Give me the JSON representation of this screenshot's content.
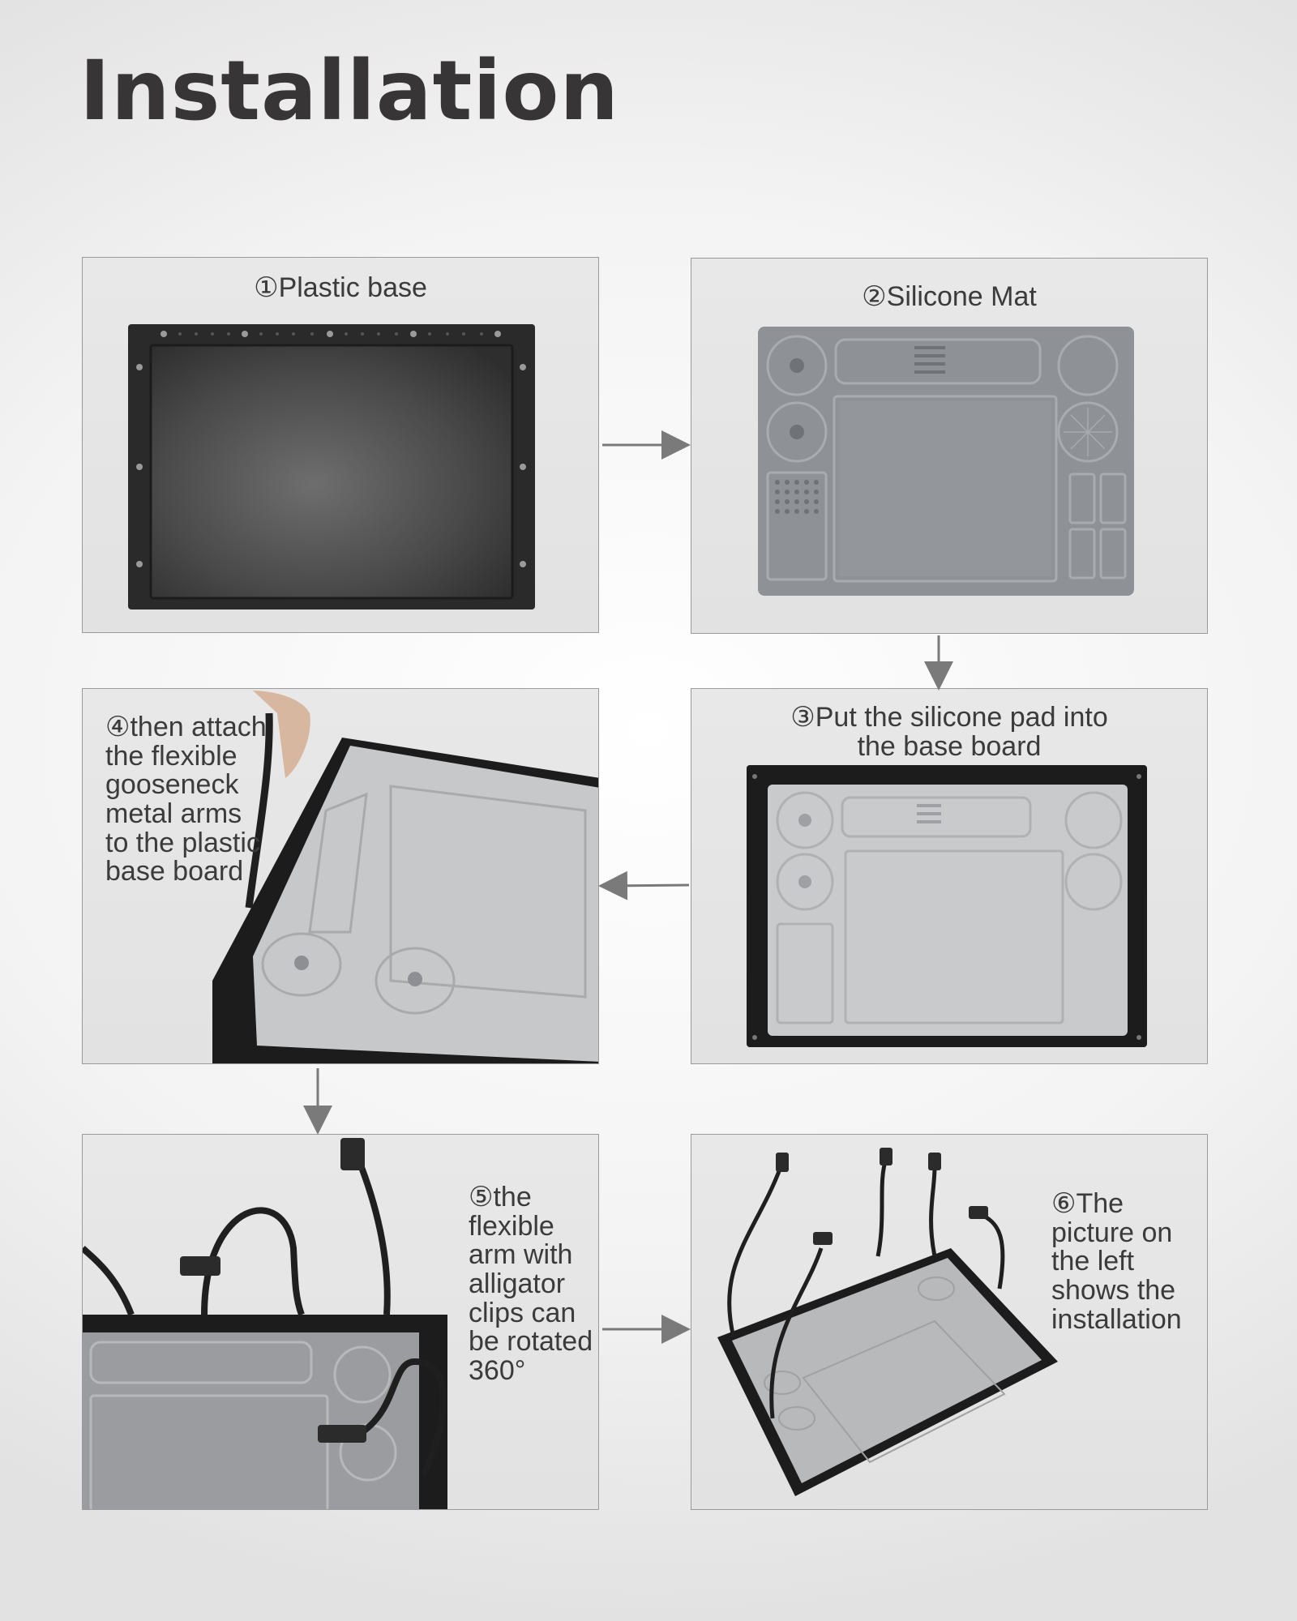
{
  "title": "Installation",
  "steps": [
    {
      "id": "1",
      "caption": "①Plastic base"
    },
    {
      "id": "2",
      "caption": "②Silicone Mat"
    },
    {
      "id": "3",
      "caption_line1": "③Put the silicone pad into",
      "caption_line2": "the base board"
    },
    {
      "id": "4",
      "caption": "④then attach the flexible gooseneck metal arms to the plastic base board"
    },
    {
      "id": "5",
      "caption": "⑤the flexible arm with alligator clips can be rotated 360°"
    },
    {
      "id": "6",
      "caption": "⑥The picture on the left shows the installation"
    }
  ],
  "colors": {
    "panel_border": "#9a9a9a",
    "base_black": "#1c1c1c",
    "mat_gray": "#8e9196",
    "mat_light": "#c9cacb",
    "arrow": "#7a7a7a"
  }
}
